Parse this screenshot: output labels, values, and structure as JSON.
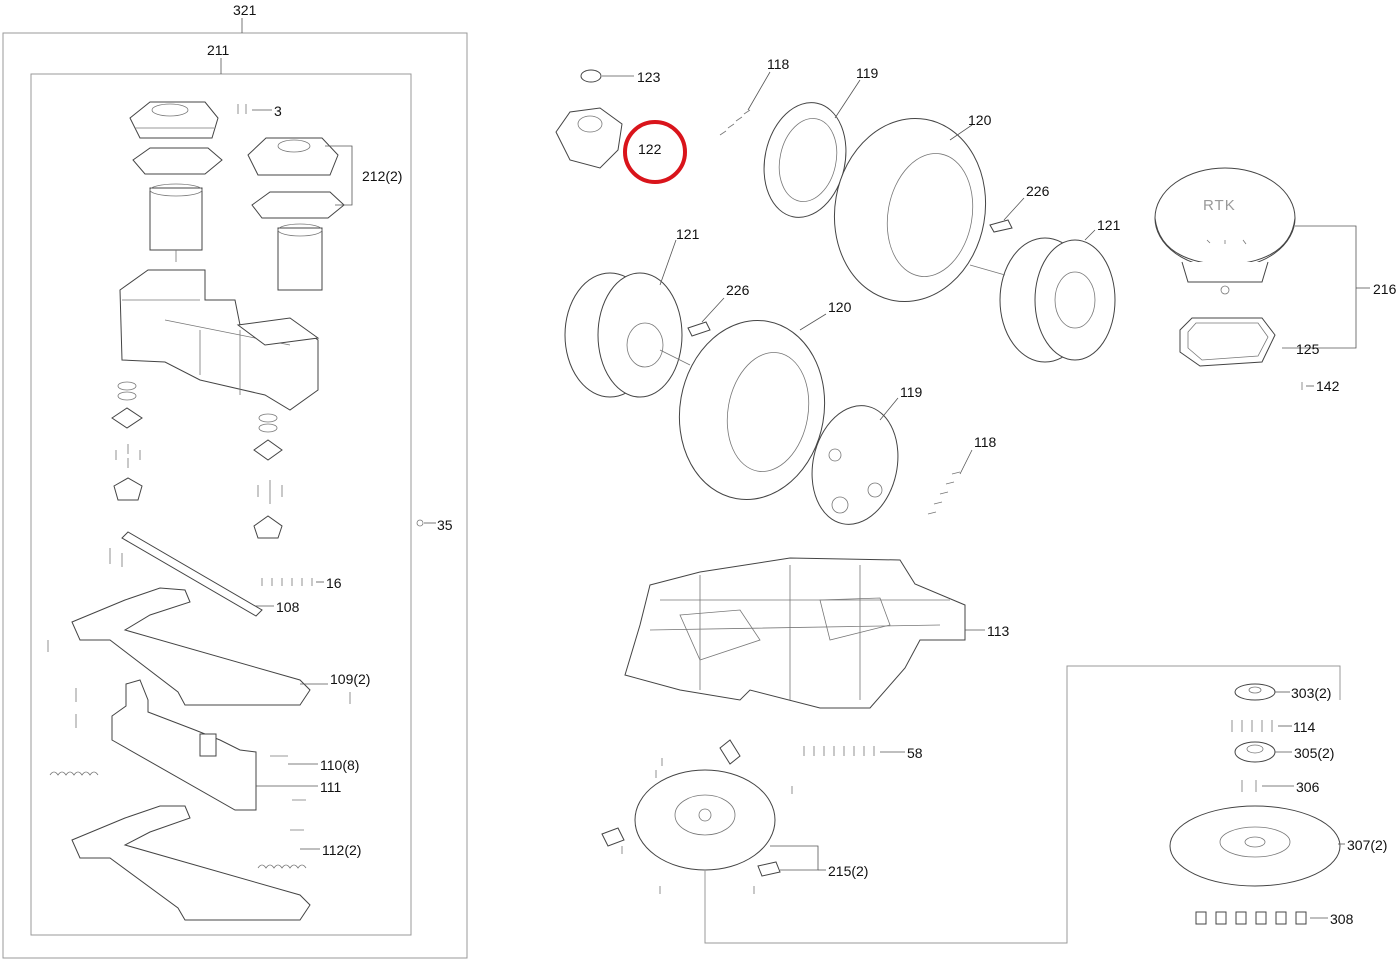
{
  "diagram": {
    "frames": {
      "outer": "321",
      "inner": "211"
    },
    "callouts": {
      "p3": "3",
      "p212": "212(2)",
      "p35": "35",
      "p16": "16",
      "p108": "108",
      "p109": "109(2)",
      "p110": "110(8)",
      "p111": "111",
      "p112": "112(2)",
      "p123": "123",
      "p122": "122",
      "p118a": "118",
      "p119a": "119",
      "p120a": "120",
      "p226a": "226",
      "p121a": "121",
      "p121b": "121",
      "p226b": "226",
      "p120b": "120",
      "p119b": "119",
      "p118b": "118",
      "p216": "216",
      "p125": "125",
      "p142": "142",
      "p113": "113",
      "p303": "303(2)",
      "p114": "114",
      "p305": "305(2)",
      "p306": "306",
      "p307": "307(2)",
      "p308": "308",
      "p58": "58",
      "p215": "215(2)"
    },
    "rtk_logo": "RTK",
    "highlight": {
      "part": "122",
      "color": "#d9141b"
    }
  }
}
